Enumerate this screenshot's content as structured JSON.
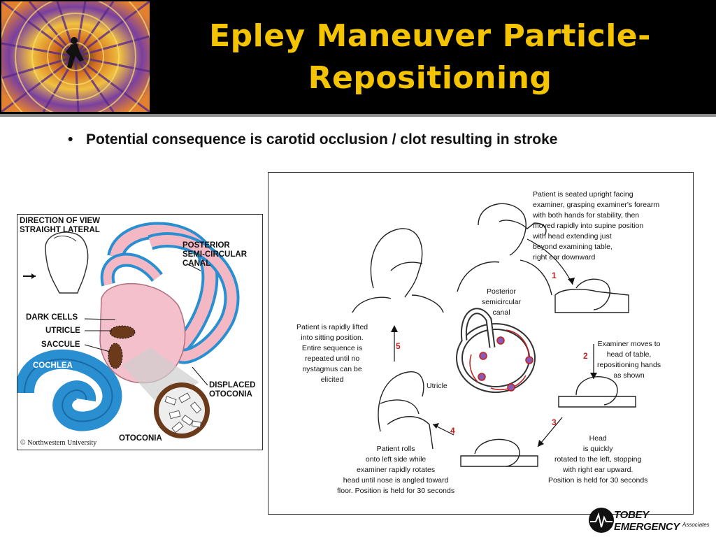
{
  "slide": {
    "title": "Epley Maneuver Particle-\nRepositioning",
    "bullet": "Potential consequence is carotid occlusion / clot resulting in stroke"
  },
  "left_figure": {
    "view_label": "DIRECTION OF VIEW\nSTRAIGHT LATERAL",
    "posterior_canal": "POSTERIOR\nSEMI-CIRCULAR\nCANAL",
    "dark_cells": "DARK CELLS",
    "utricle": "UTRICLE",
    "saccule": "SACCULE",
    "cochlea": "COCHLEA",
    "displaced_otoconia": "DISPLACED\nOTOCONIA",
    "otoconia": "OTOCONIA",
    "copyright": "©   Northwestern University"
  },
  "right_figure": {
    "step1_text": "Patient is seated upright facing\nexaminer, grasping examiner's forearm\nwith both hands for stability, then\nmoved rapidly into supine position\nwith head extending just\nbeyond examining table,\nright ear downward",
    "canal_label": "Posterior\nsemicircular\ncanal",
    "utricle_label": "Utricle",
    "step2_text": "Examiner moves to\nhead of table,\nrepositioning hands\nas shown",
    "step3_text": "Head\nis quickly\nrotated to the left, stopping\nwith right ear upward.\nPosition is held for 30 seconds",
    "step4_text": "Patient rolls\nonto left side while\nexaminer rapidly rotates\nhead until nose is angled toward\nfloor. Position is held for 30 seconds",
    "step5_text": "Patient is rapidly lifted\ninto sitting position.\nEntire sequence is\nrepeated until no\nnystagmus can be\nelicited",
    "numbers": [
      "1",
      "2",
      "3",
      "4",
      "5"
    ]
  },
  "brand": {
    "name": "TOBEY EMERGENCY",
    "sub": "Associates"
  },
  "colors": {
    "title": "#f5c400",
    "canal_pink": "#f4b8c4",
    "canal_blue": "#2a8fd0",
    "arrow_red": "#c02020"
  }
}
